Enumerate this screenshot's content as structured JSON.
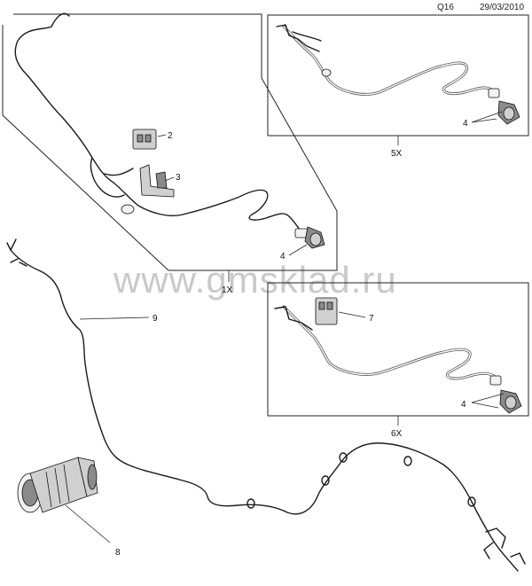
{
  "header": {
    "code": "Q16",
    "date": "29/03/2010"
  },
  "watermark": "www.gmsklad.ru",
  "callouts": {
    "c1x_2": "2",
    "c1x_3": "3",
    "c1x_4": "4",
    "c5x_4": "4",
    "c6x_7": "7",
    "c6x_4": "4",
    "c9": "9",
    "c8": "8"
  },
  "quantities": {
    "q1x": "1X",
    "q5x": "5X",
    "q6x": "6X"
  }
}
